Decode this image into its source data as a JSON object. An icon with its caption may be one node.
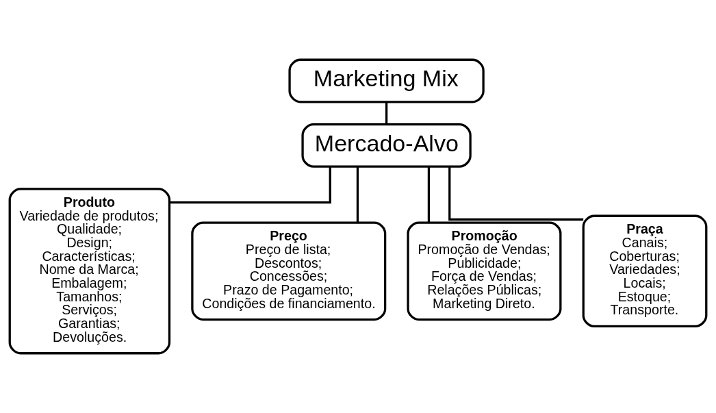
{
  "diagram": {
    "nodes": [
      {
        "text": [
          "Marketing Mix"
        ]
      },
      {
        "text": [
          "Mercado-Alvo"
        ]
      },
      {
        "text": [
          "Produto",
          "Variedade de produtos;",
          "Qualidade;",
          "Design;",
          "Características;",
          "Nome da Marca;",
          "Embalagem;",
          "Tamanhos;",
          "Serviços;",
          "Garantias;",
          "Devoluções."
        ]
      },
      {
        "text": [
          "Preço",
          "Preço de lista;",
          "Descontos;",
          "Concessões;",
          "Prazo de Pagamento;",
          "Condições de financiamento."
        ]
      },
      {
        "text": [
          "Promoção",
          "Promoção de Vendas;",
          "Publicidade;",
          "Força de Vendas;",
          "Relações Públicas;",
          "Marketing Direto."
        ]
      },
      {
        "text": [
          "Praça",
          "Canais;",
          "Coberturas;",
          "Variedades;",
          "Locais;",
          "Estoque;",
          "Transporte."
        ]
      }
    ],
    "edges": [
      {
        "from": 0,
        "to": 1,
        "arrow": "none"
      },
      {
        "from": 1,
        "to": 2,
        "arrow": "none"
      },
      {
        "from": 1,
        "to": 3,
        "arrow": "none"
      },
      {
        "from": 1,
        "to": 4,
        "arrow": "none"
      },
      {
        "from": 1,
        "to": 5,
        "arrow": "none"
      }
    ]
  }
}
